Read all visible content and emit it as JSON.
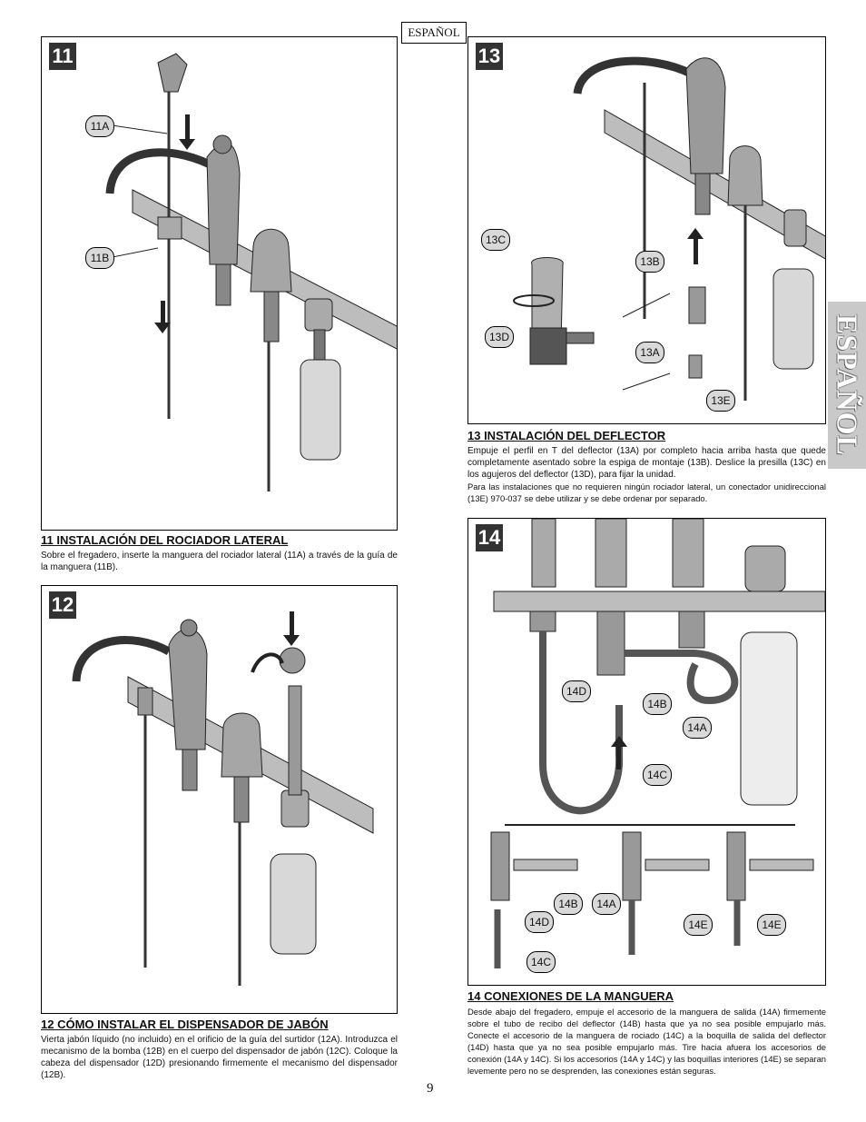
{
  "header": {
    "language_box": "ESPAÑOL"
  },
  "side_tab": {
    "label": "ESPAÑOL"
  },
  "page_number": "9",
  "steps": [
    {
      "number": "11",
      "title": "11  INSTALACIÓN DEL ROCIADOR LATERAL",
      "body": "Sobre el fregadero, inserte la manguera del rociador lateral (11A) a través de la guía de la manguera (11B).",
      "callouts": [
        "11A",
        "11B"
      ]
    },
    {
      "number": "12",
      "title": "12  CÓMO INSTALAR EL DISPENSADOR DE JABÓN",
      "body": "Vierta jabón líquido (no incluido) en el orificio de la guía del surtidor (12A). Introduzca el mecanismo de la bomba (12B) en el cuerpo del dispensador de jabón (12C). Coloque la cabeza del dispensador (12D) presionando firmemente el mecanismo del dispensador (12B).",
      "callouts": []
    },
    {
      "number": "13",
      "title": "13  INSTALACIÓN DEL DEFLECTOR",
      "body": "Empuje el perfil en T del deflector (13A) por completo hacia arriba hasta que quede completamente asentado sobre la espiga de montaje (13B). Deslice la presilla (13C) en los agujeros del deflector (13D), para fijar la unidad.",
      "body2": "Para las instalaciones que no requieren ningún rociador lateral, un conectador unidireccional (13E) 970-037 se debe utilizar y se debe ordenar por separado.",
      "callouts": [
        "13C",
        "13B",
        "13D",
        "13A",
        "13E"
      ]
    },
    {
      "number": "14",
      "title": "14  CONEXIONES DE LA MANGUERA",
      "body": "Desde abajo del fregadero, empuje el accesorio de la manguera de salida (14A) firmemente sobre el tubo de recibo del deflector (14B) hasta que ya no sea posible empujarlo más. Conecte el accesorio de la manguera de rociado (14C) a la boquilla de salida del deflector (14D) hasta que ya no sea posible empujarlo más. Tire hacia afuera los accesorios de conexión (14A y 14C). Si los accesorios (14A y 14C) y las boquillas interiores (14E) se separan levemente pero no se desprenden, las conexiones están seguras.",
      "callouts": [
        "14D",
        "14B",
        "14A",
        "14C",
        "14B",
        "14A",
        "14D",
        "14C",
        "14E",
        "14E"
      ]
    }
  ]
}
